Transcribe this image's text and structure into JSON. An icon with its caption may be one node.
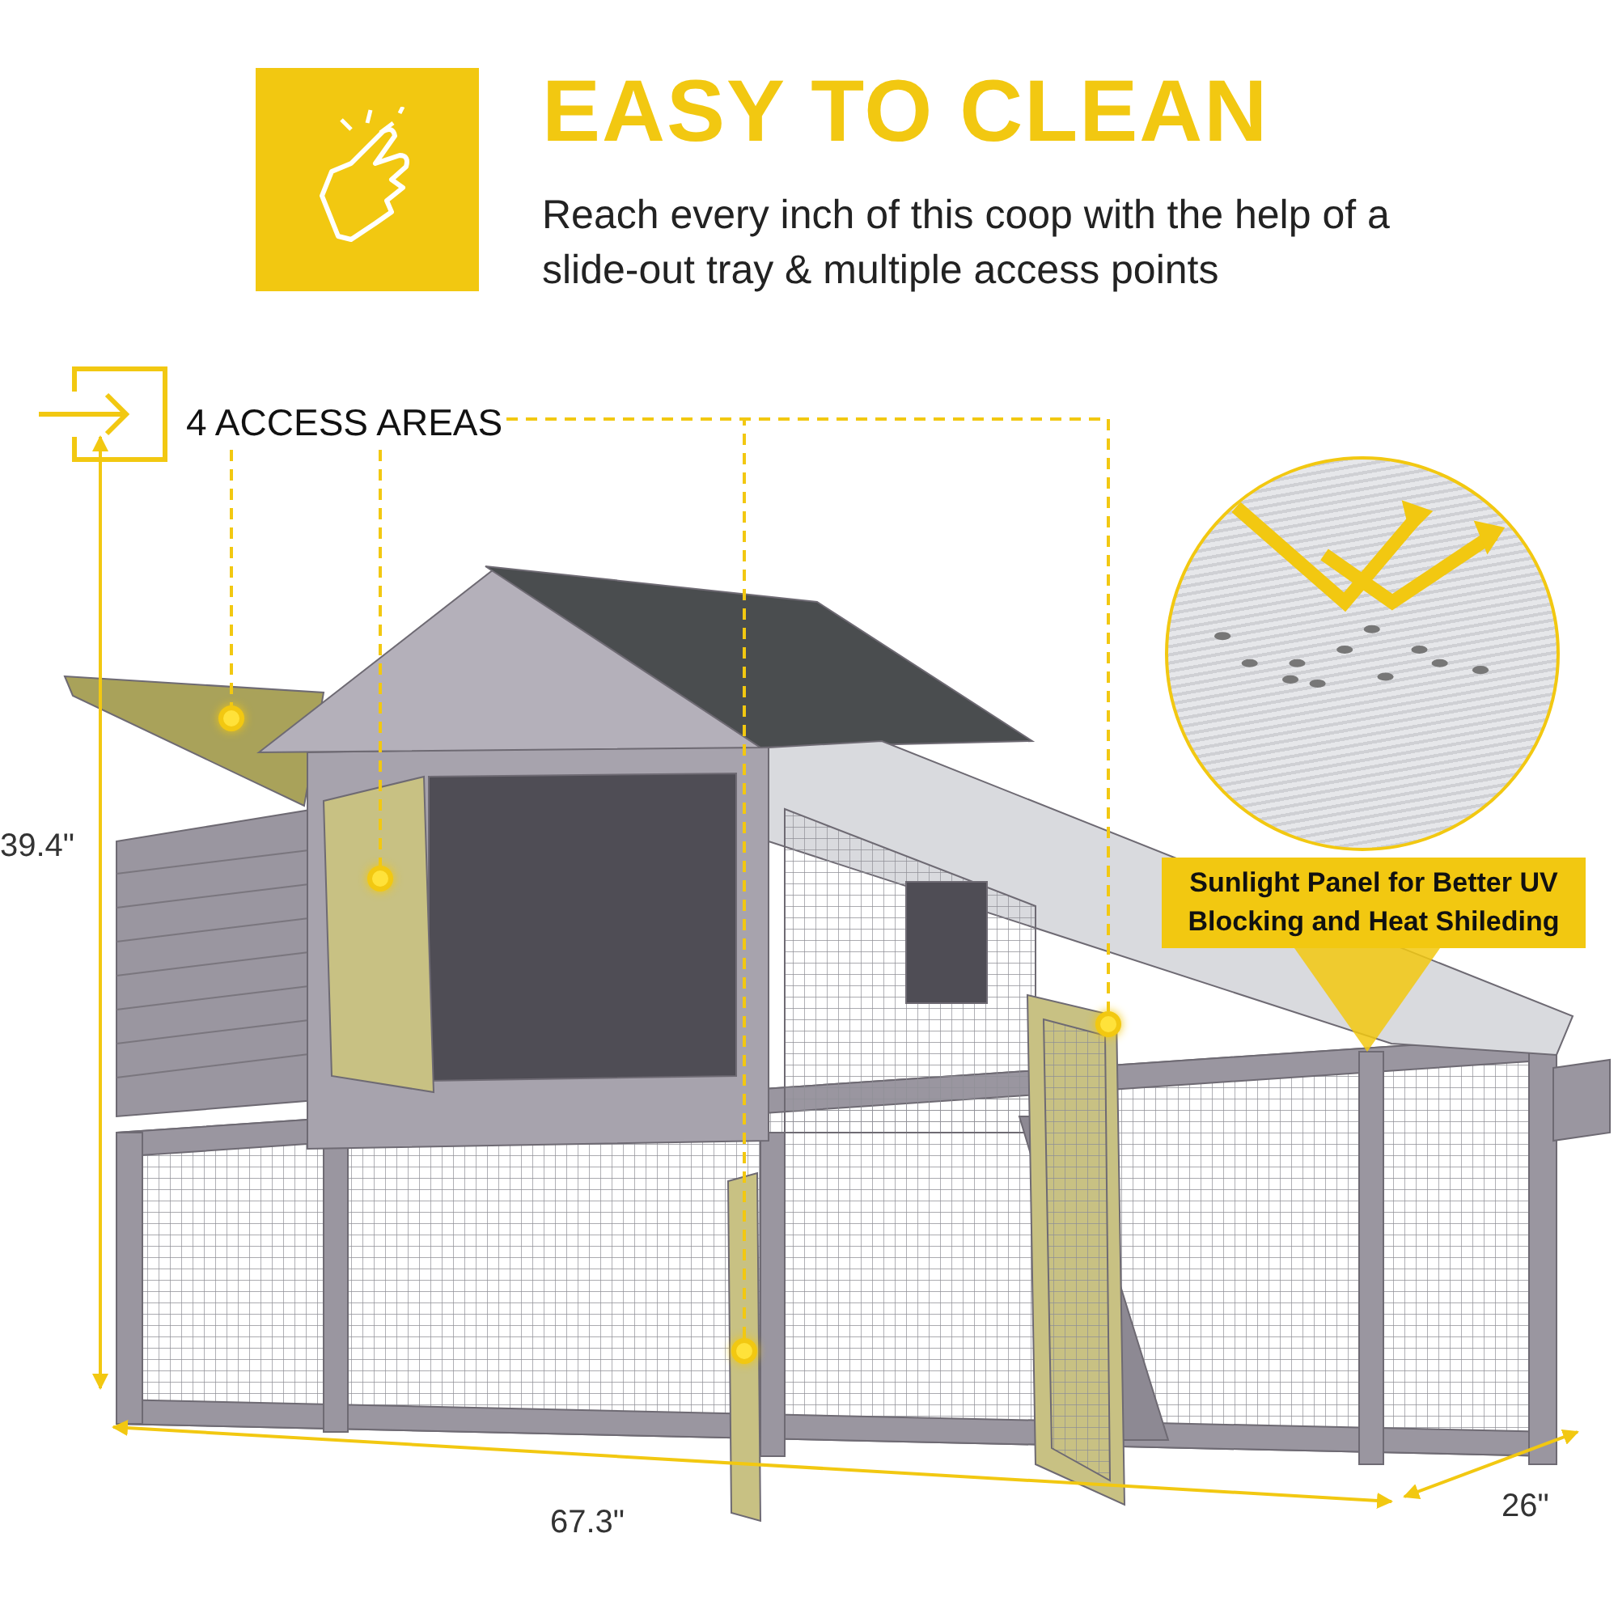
{
  "diagram": {
    "title": "EASY TO CLEAN",
    "nodes": [
      {
        "text": [
          "4 ACCESS AREAS"
        ]
      },
      {
        "text": [],
        "shape": "circle"
      },
      {
        "text": [],
        "shape": "circle"
      },
      {
        "text": [],
        "shape": "circle"
      },
      {
        "text": [],
        "shape": "circle"
      },
      {
        "text": [],
        "shape": "picture"
      },
      {
        "text": [
          "Sunlight Panel for Better UV Blocking and Heat Shileding"
        ]
      }
    ],
    "edges": [
      {
        "from": 0,
        "to": 1,
        "arrow": "none",
        "style": "dashed"
      },
      {
        "from": 0,
        "to": 2,
        "arrow": "none",
        "style": "dashed"
      },
      {
        "from": 0,
        "to": 3,
        "arrow": "none",
        "style": "dashed"
      },
      {
        "from": 0,
        "to": 4,
        "arrow": "none",
        "style": "dashed"
      }
    ],
    "labels": [
      "Reach every inch of this coop with the help of a slide-out tray & multiple access points",
      "39.4\"",
      "67.3\"",
      "26\""
    ]
  }
}
